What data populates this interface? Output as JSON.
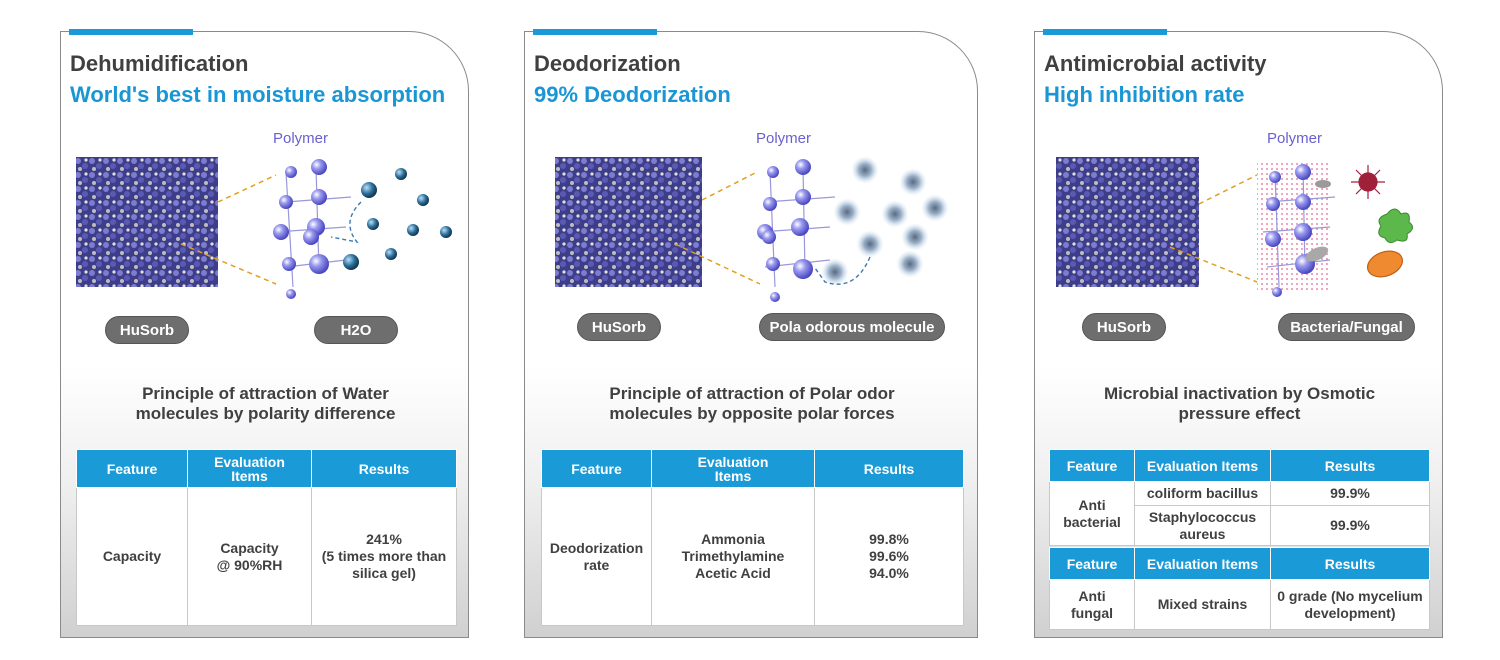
{
  "panels": [
    {
      "title": "Dehumidification",
      "subtitle": "World's best in moisture absorption",
      "polymer_label": "Polymer",
      "left_pill": "HuSorb",
      "right_pill": "H2O",
      "principle": [
        "Principle of attraction of Water",
        "molecules by polarity difference"
      ],
      "table": {
        "headers": [
          "Feature",
          "Evaluation\nItems",
          "Results"
        ],
        "row": {
          "feature": [
            "Capacity"
          ],
          "items": [
            "Capacity",
            "@ 90%RH"
          ],
          "results": [
            "241%",
            "(5 times more than",
            "silica gel)"
          ]
        }
      }
    },
    {
      "title": "Deodorization",
      "subtitle": "99% Deodorization",
      "polymer_label": "Polymer",
      "left_pill": "HuSorb",
      "right_pill": "Pola odorous molecule",
      "principle": [
        "Principle of attraction of Polar odor",
        "molecules by opposite polar forces"
      ],
      "table": {
        "headers": [
          "Feature",
          "Evaluation\nItems",
          "Results"
        ],
        "row": {
          "feature": [
            "Deodorization",
            "rate"
          ],
          "items": [
            "Ammonia",
            "Trimethylamine",
            "Acetic Acid"
          ],
          "results": [
            "99.8%",
            "99.6%",
            "94.0%"
          ]
        }
      }
    },
    {
      "title": "Antimicrobial activity",
      "subtitle": "High inhibition rate",
      "polymer_label": "Polymer",
      "left_pill": "HuSorb",
      "right_pill": "Bacteria/Fungal",
      "principle": [
        "Microbial inactivation by Osmotic",
        "pressure effect"
      ],
      "table1": {
        "headers": [
          "Feature",
          "Evaluation Items",
          "Results"
        ],
        "feature": [
          "Anti",
          "bacterial"
        ],
        "rows": [
          {
            "items": [
              "coliform bacillus"
            ],
            "results": "99.9%"
          },
          {
            "items": [
              "Staphylococcus",
              "aureus"
            ],
            "results": "99.9%"
          }
        ]
      },
      "table2": {
        "headers": [
          "Feature",
          "Evaluation Items",
          "Results"
        ],
        "row": {
          "feature": [
            "Anti",
            "fungal"
          ],
          "items": [
            "Mixed strains"
          ],
          "results": [
            "0 grade (No mycelium",
            "development)"
          ]
        }
      }
    }
  ],
  "colors": {
    "accent": "#1a9ad6",
    "title": "#404040",
    "subtitle": "#1a96d4",
    "pill": "#6e6e6e",
    "polymer": "#6a60d0"
  }
}
